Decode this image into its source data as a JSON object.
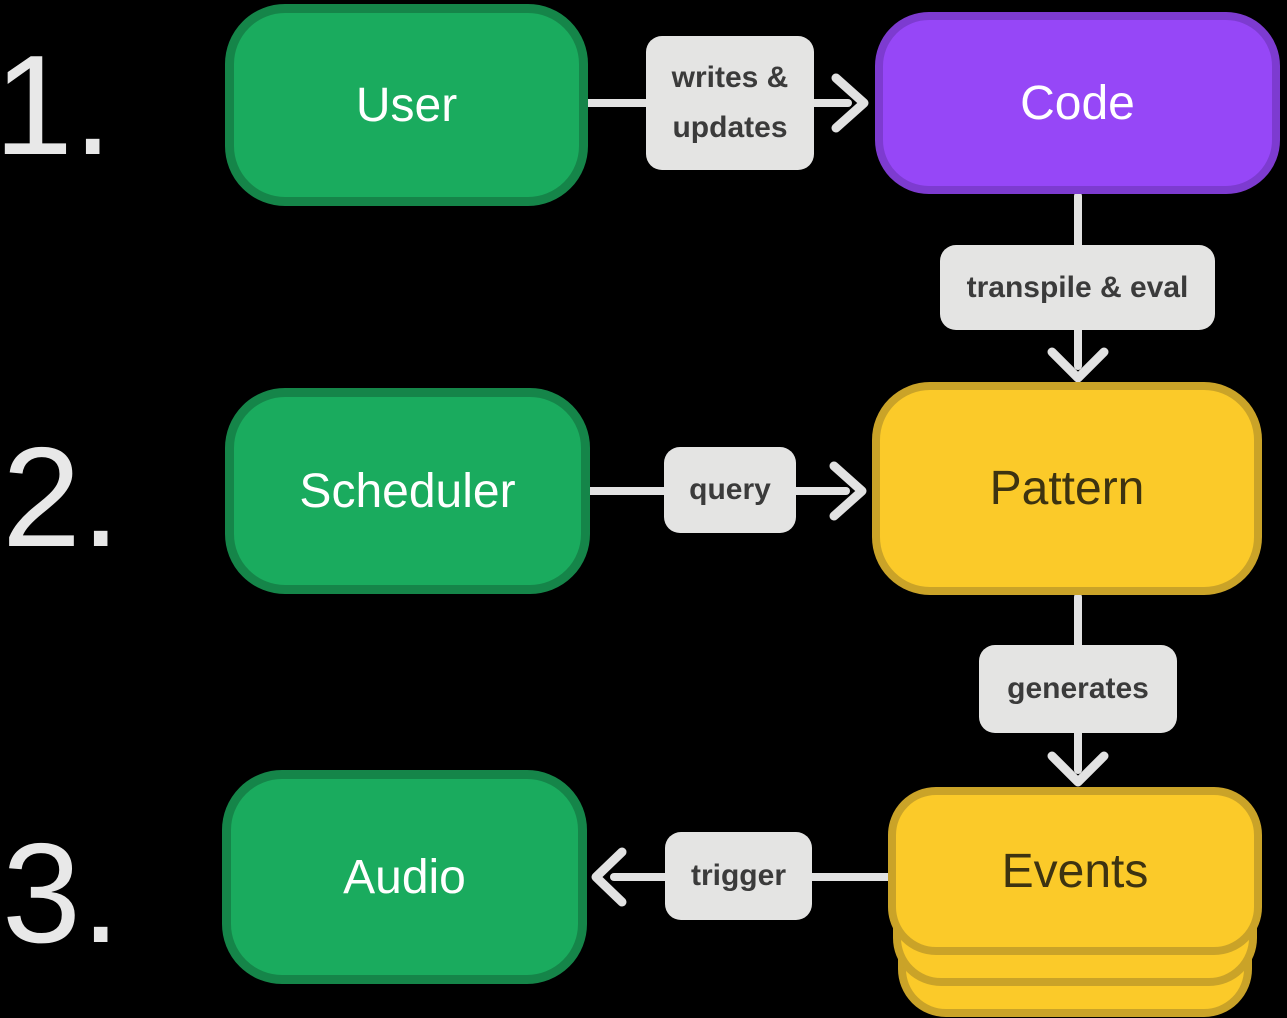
{
  "palette": {
    "bg": "#000000",
    "green-fill": "#1aab5e",
    "green-border": "#158549",
    "purple-fill": "#9647f7",
    "purple-border": "#7d3bd0",
    "yellow-fill": "#fbca29",
    "yellow-border": "#caa328",
    "yellow-text": "#3d3311",
    "label-bg": "#e4e4e3",
    "label-text": "#3b3b3b",
    "arrow": "#e2e2e2",
    "number-text": "#e8e8e8"
  },
  "steps": [
    {
      "number": "1."
    },
    {
      "number": "2."
    },
    {
      "number": "3."
    }
  ],
  "nodes": {
    "user": {
      "label": "User"
    },
    "code": {
      "label": "Code"
    },
    "scheduler": {
      "label": "Scheduler"
    },
    "pattern": {
      "label": "Pattern"
    },
    "audio": {
      "label": "Audio"
    },
    "events": {
      "label": "Events"
    }
  },
  "edges": {
    "writes_updates": {
      "line1": "writes &",
      "line2": "updates"
    },
    "transpile_eval": {
      "label": "transpile & eval"
    },
    "query": {
      "label": "query"
    },
    "generates": {
      "label": "generates"
    },
    "trigger": {
      "label": "trigger"
    }
  }
}
